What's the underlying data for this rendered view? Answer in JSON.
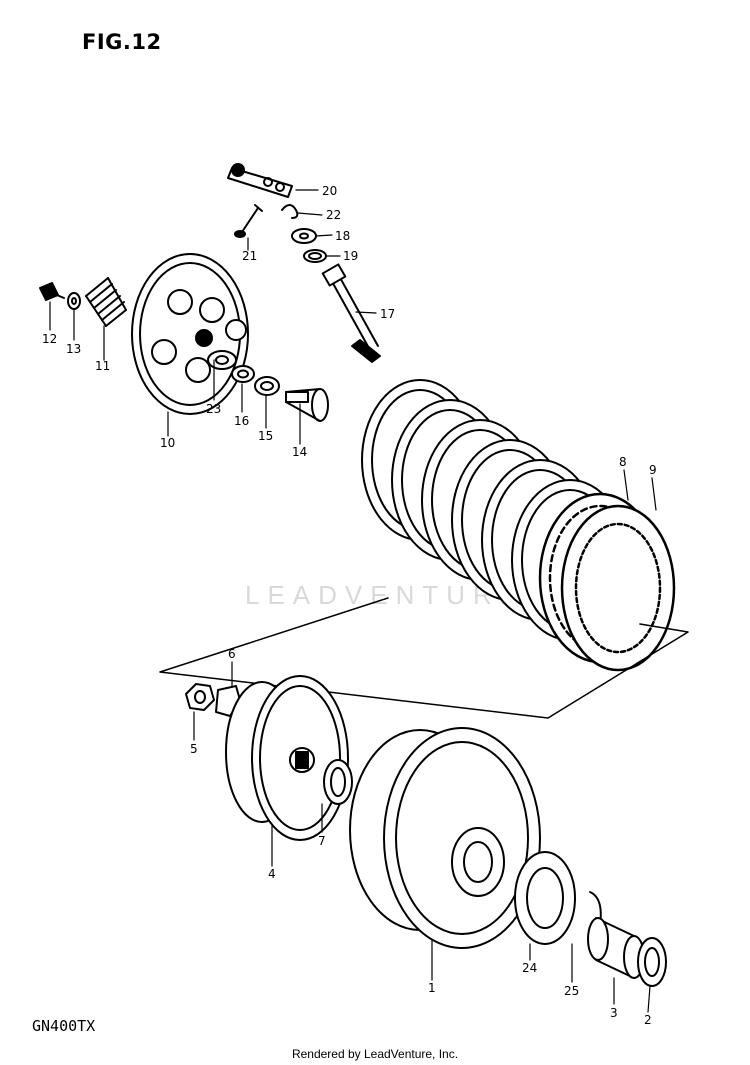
{
  "figure": {
    "title": "FIG.12",
    "model": "GN400TX"
  },
  "footer": {
    "credit": "Rendered by LeadVenture, Inc."
  },
  "watermark": {
    "text": "LEADVENTURE"
  },
  "callouts": [
    "20",
    "22",
    "18",
    "19",
    "21",
    "17",
    "12",
    "13",
    "11",
    "23",
    "16",
    "15",
    "14",
    "10",
    "8",
    "9",
    "6",
    "5",
    "4",
    "7",
    "1",
    "24",
    "25",
    "3",
    "2"
  ]
}
